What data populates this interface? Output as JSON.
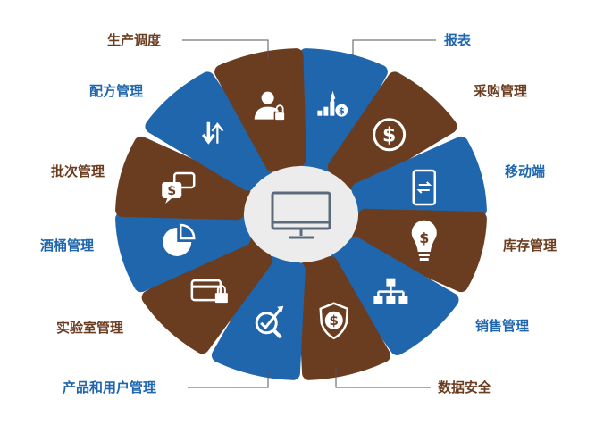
{
  "colors": {
    "blue": "#1f66ad",
    "brown": "#6b3d20",
    "center_bg": "#ececec",
    "icon_stroke": "#5b6b7b",
    "line": "#555555"
  },
  "center_icon": "monitor-icon",
  "modules": [
    {
      "id": "report",
      "label": "报表",
      "color": "blue",
      "icon": "bar-chart-dollar-icon"
    },
    {
      "id": "purchase",
      "label": "采购管理",
      "color": "brown",
      "icon": "dollar-circle-icon"
    },
    {
      "id": "mobile",
      "label": "移动端",
      "color": "blue",
      "icon": "mobile-phone-icon"
    },
    {
      "id": "inventory",
      "label": "库存管理",
      "color": "brown",
      "icon": "lightbulb-dollar-icon"
    },
    {
      "id": "sales",
      "label": "销售管理",
      "color": "blue",
      "icon": "org-chart-icon"
    },
    {
      "id": "security",
      "label": "数据安全",
      "color": "brown",
      "icon": "shield-dollar-icon"
    },
    {
      "id": "product",
      "label": "产品和用户管理",
      "color": "blue",
      "icon": "magnifier-check-icon"
    },
    {
      "id": "lab",
      "label": "实验室管理",
      "color": "brown",
      "icon": "card-lock-icon"
    },
    {
      "id": "barrel",
      "label": "酒桶管理",
      "color": "blue",
      "icon": "pie-chart-icon"
    },
    {
      "id": "batch",
      "label": "批次管理",
      "color": "brown",
      "icon": "chat-dollar-icon"
    },
    {
      "id": "formula",
      "label": "配方管理",
      "color": "blue",
      "icon": "transfer-arrows-icon"
    },
    {
      "id": "production",
      "label": "生产调度",
      "color": "brown",
      "icon": "user-lock-icon"
    }
  ]
}
